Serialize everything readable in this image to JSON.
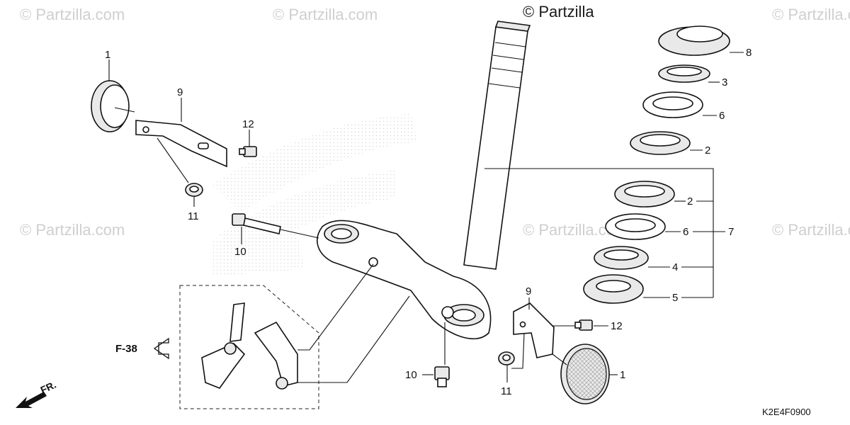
{
  "watermarks": {
    "top": "© Partzilla",
    "repeated": "© Partzilla.com"
  },
  "reference": {
    "label": "F-38"
  },
  "front_marker": {
    "label": "FR."
  },
  "diagram_code": "K2E4F0900",
  "callouts": [
    {
      "id": "c1-left",
      "label": "1"
    },
    {
      "id": "c9-left",
      "label": "9"
    },
    {
      "id": "c12-left",
      "label": "12"
    },
    {
      "id": "c11-left",
      "label": "11"
    },
    {
      "id": "c10-left",
      "label": "10"
    },
    {
      "id": "c8",
      "label": "8"
    },
    {
      "id": "c3",
      "label": "3"
    },
    {
      "id": "c6-top",
      "label": "6"
    },
    {
      "id": "c2-top",
      "label": "2"
    },
    {
      "id": "c2-mid",
      "label": "2"
    },
    {
      "id": "c6-mid",
      "label": "6"
    },
    {
      "id": "c7",
      "label": "7"
    },
    {
      "id": "c4",
      "label": "4"
    },
    {
      "id": "c5",
      "label": "5"
    },
    {
      "id": "c9-right",
      "label": "9"
    },
    {
      "id": "c12-right",
      "label": "12"
    },
    {
      "id": "c10-bottom",
      "label": "10"
    },
    {
      "id": "c11-bottom",
      "label": "11"
    },
    {
      "id": "c1-right",
      "label": "1"
    }
  ]
}
